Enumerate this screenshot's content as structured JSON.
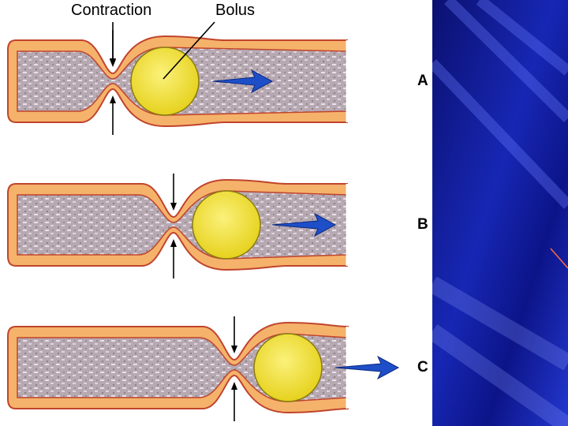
{
  "labels": {
    "contraction": "Contraction",
    "bolus": "Bolus"
  },
  "panels": [
    {
      "id": "A"
    },
    {
      "id": "B"
    },
    {
      "id": "C"
    }
  ],
  "colors": {
    "wall_fill": "#f5b26b",
    "wall_stroke": "#c0442c",
    "lumen": "#b9acb3",
    "bolus": "#f4e63c",
    "bolus_stroke": "#8a7a10",
    "arrow": "#1e4fc8",
    "side_panel_dark": "#0a0f6e",
    "side_panel_light": "#2a3cd8"
  }
}
